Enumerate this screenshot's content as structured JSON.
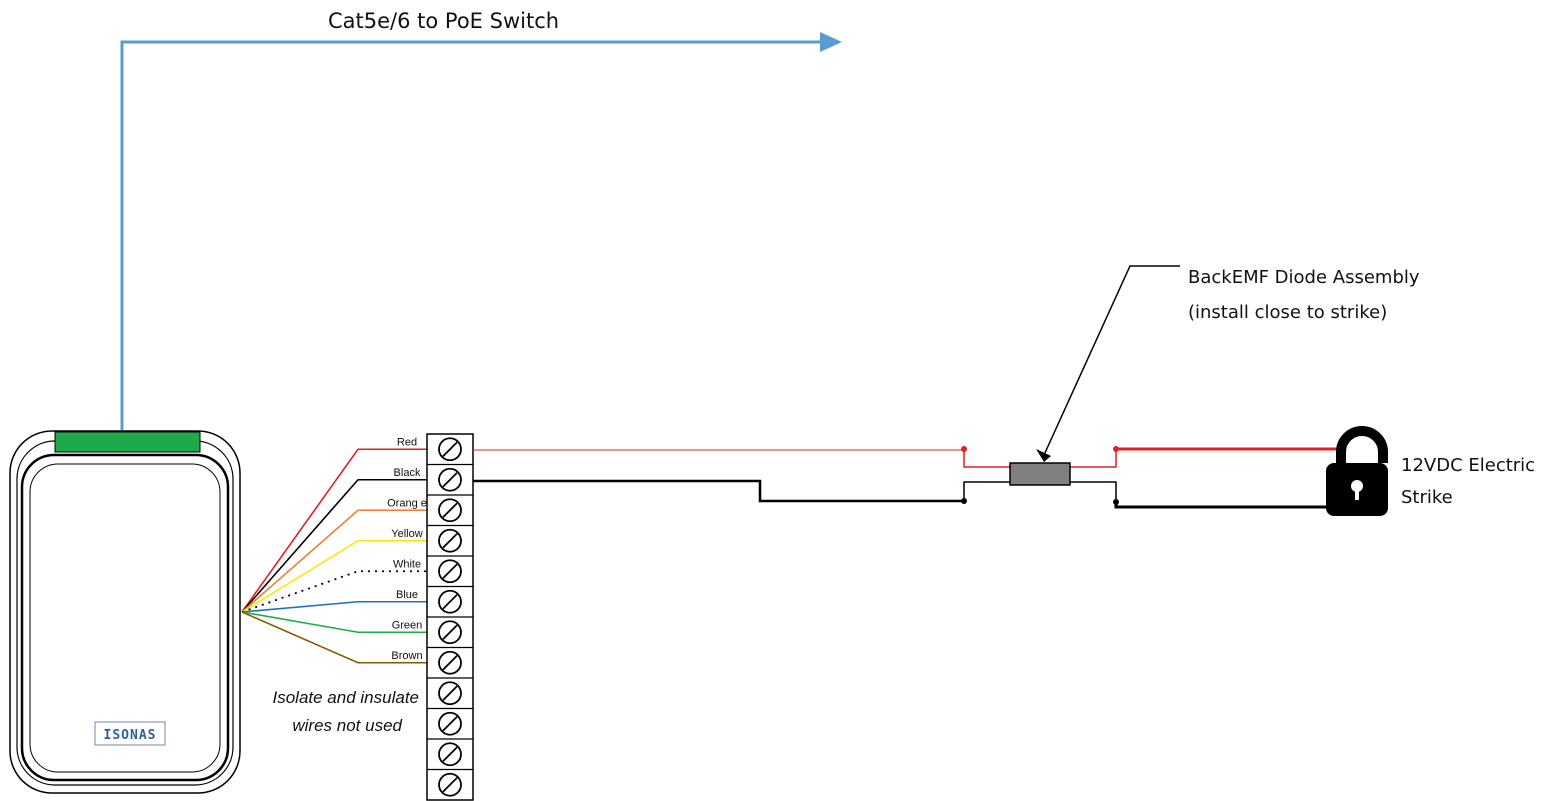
{
  "cable_label": "Cat5e/6 to PoE Switch",
  "diode": {
    "label_line1": "BackEMF Diode Assembly",
    "label_line2": "(install close to strike)"
  },
  "strike": {
    "label_line1": "12VDC Electric",
    "label_line2": "Strike"
  },
  "note": {
    "line1": "Isolate and insulate",
    "line2": "wires not used"
  },
  "reader": {
    "logo_text": "ISONAS",
    "led_color": "#1faa4a"
  },
  "terminal_block": {
    "terminal_count": 12
  },
  "wires": [
    {
      "label": "Red",
      "color": "#e31e24",
      "style": "solid"
    },
    {
      "label": "Black",
      "color": "#000000",
      "style": "solid"
    },
    {
      "label": "Orang e",
      "color": "#ed7d31",
      "style": "solid"
    },
    {
      "label": "Yellow",
      "color": "#ffe600",
      "style": "solid"
    },
    {
      "label": "White",
      "color": "#000000",
      "style": "dotted"
    },
    {
      "label": "Blue",
      "color": "#1f6fbf",
      "style": "solid"
    },
    {
      "label": "Green",
      "color": "#1faa4a",
      "style": "solid"
    },
    {
      "label": "Brown",
      "color": "#8a5a00",
      "style": "solid"
    }
  ],
  "colors": {
    "cable": "#5b9bd5",
    "positive": "#e31e24",
    "negative": "#000000",
    "diode_body": "#808080"
  }
}
